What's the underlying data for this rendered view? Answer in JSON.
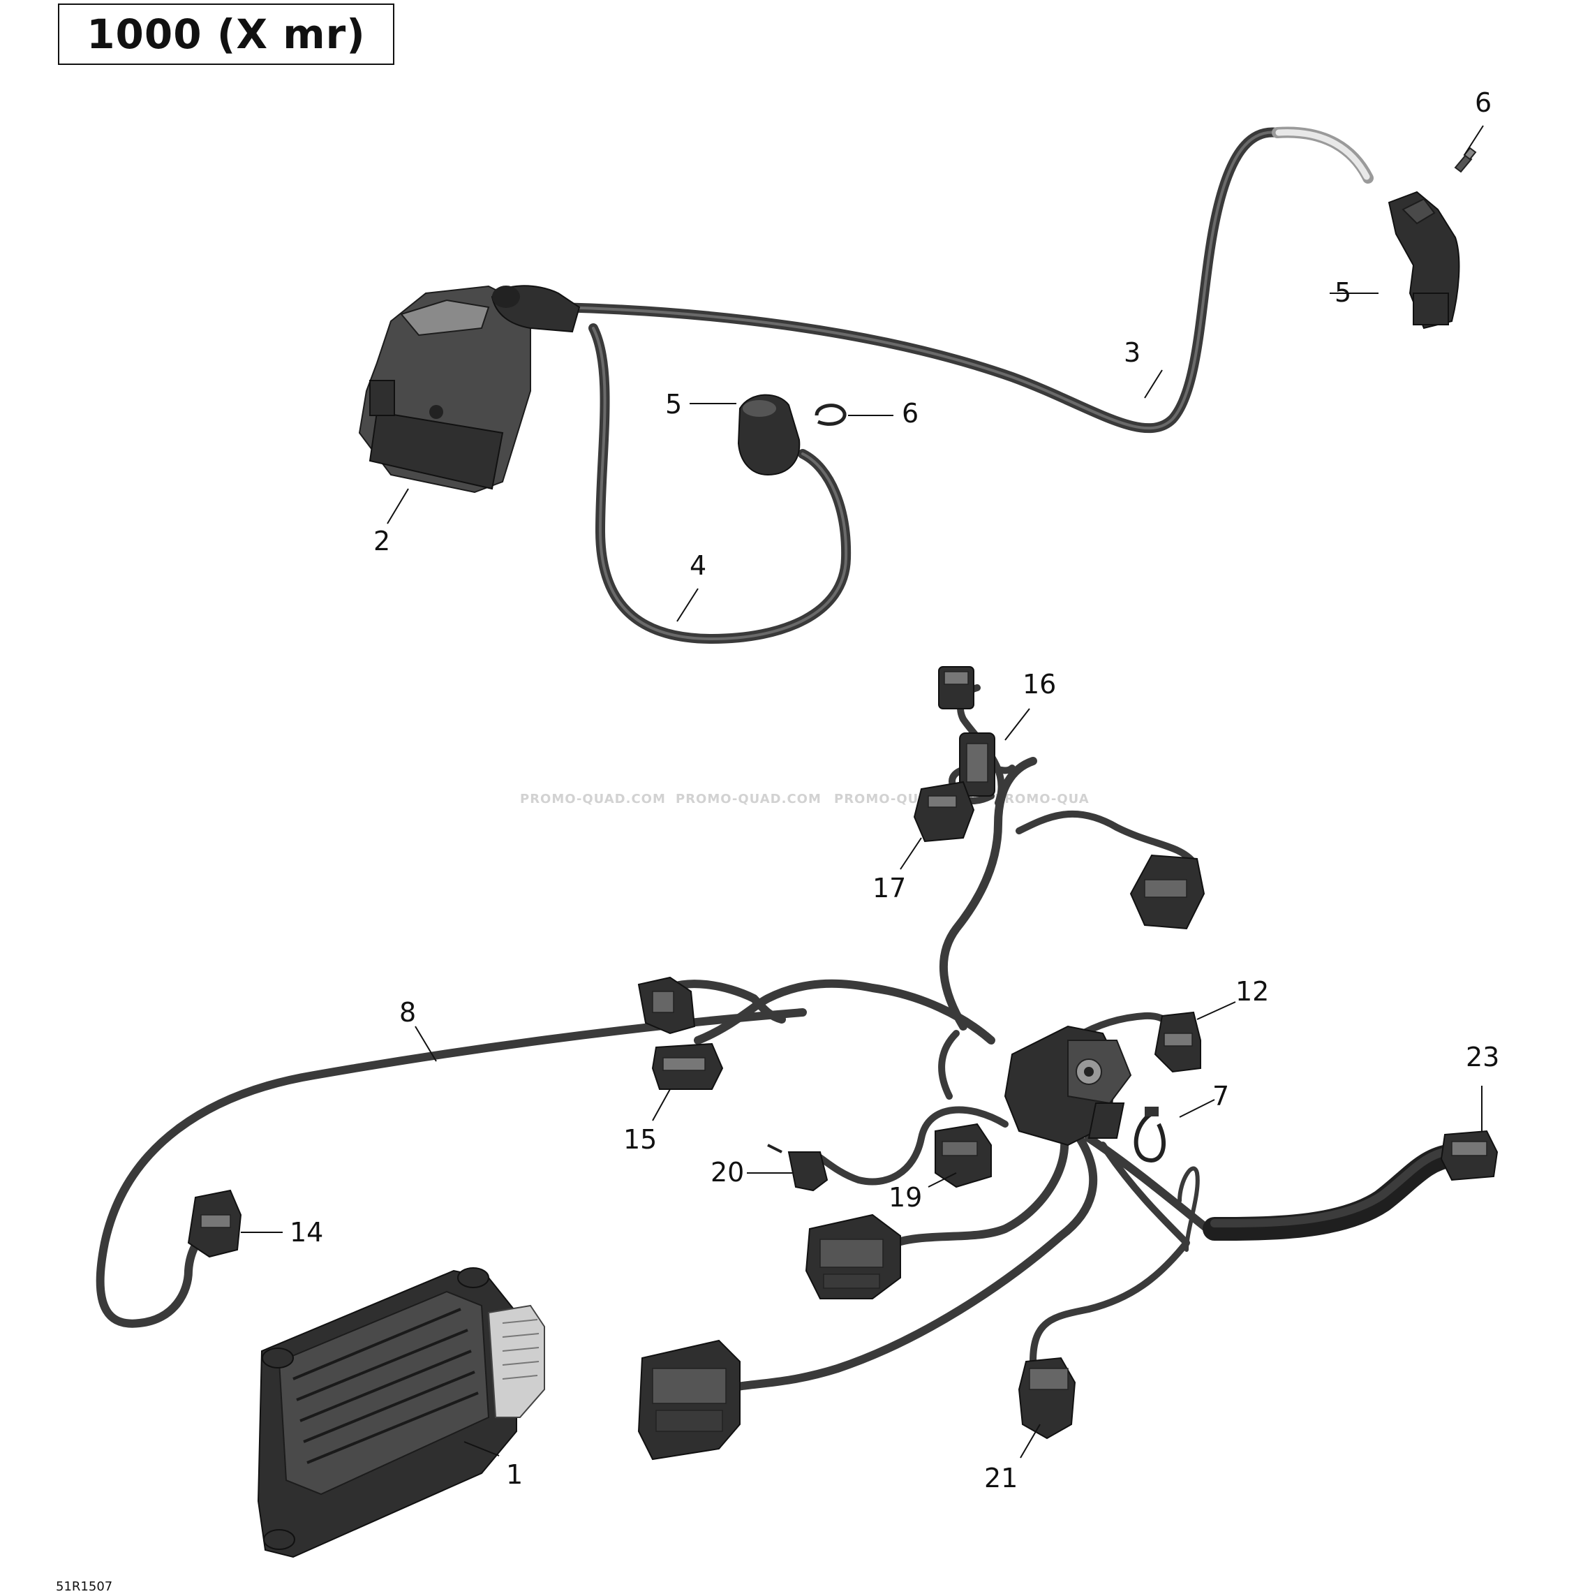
{
  "title": "1000 (X mr)",
  "illustration_code": "51R1507",
  "watermarks": [
    "PROMO-QUAD.COM",
    "PROMO-QUAD.COM",
    "PROMO-QUAD.COM",
    "PROMO-QUA"
  ],
  "callouts": {
    "c1": "1",
    "c2": "2",
    "c3": "3",
    "c4": "4",
    "c5a": "5",
    "c5b": "5",
    "c6a": "6",
    "c6b": "6",
    "c7": "7",
    "c8": "8",
    "c12": "12",
    "c14": "14",
    "c15": "15",
    "c16": "16",
    "c17": "17",
    "c19": "19",
    "c20": "20",
    "c21": "21",
    "c23": "23"
  }
}
